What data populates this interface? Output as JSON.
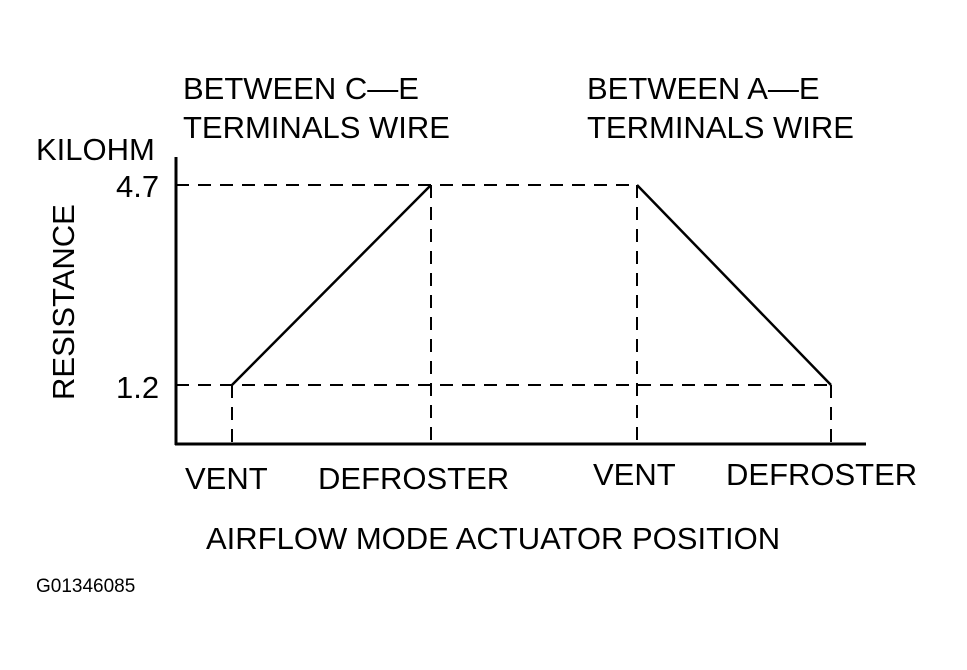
{
  "chart_data": {
    "type": "line",
    "title_left": [
      "BETWEEN C—E",
      "TERMINALS WIRE"
    ],
    "title_right": [
      "BETWEEN A—E",
      "TERMINALS WIRE"
    ],
    "ylabel": "RESISTANCE",
    "yunit": "KILOHM",
    "xlabel": "AIRFLOW MODE ACTUATOR POSITION",
    "yticks": [
      "4.7",
      "1.2"
    ],
    "series": [
      {
        "name": "BETWEEN C—E TERMINALS WIRE",
        "points": [
          {
            "x": "VENT",
            "y": 1.2
          },
          {
            "x": "DEFROSTER",
            "y": 4.7
          }
        ]
      },
      {
        "name": "BETWEEN A—E TERMINALS WIRE",
        "points": [
          {
            "x": "VENT",
            "y": 4.7
          },
          {
            "x": "DEFROSTER",
            "y": 1.2
          }
        ]
      }
    ],
    "xtick_labels": [
      "VENT",
      "DEFROSTER",
      "VENT",
      "DEFROSTER"
    ]
  },
  "figure_code": "G01346085"
}
